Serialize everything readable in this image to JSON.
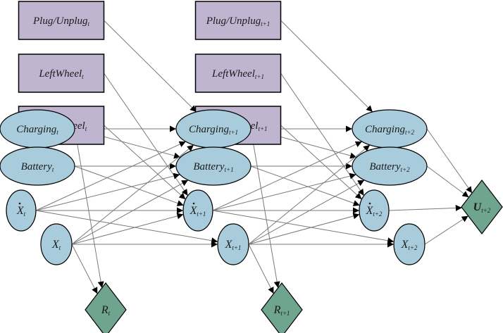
{
  "title": "Dynamic decision network (robot charging / wheels / position)",
  "colors": {
    "action_fill": "#c0b5d0",
    "chance_fill": "#a9ccdc",
    "utility_fill": "#6fa58f",
    "edge": "#7a7a7a",
    "outline": "#000000"
  },
  "nodes": [
    {
      "id": "plug_t",
      "type": "action",
      "base": "Plug/Unplug",
      "sub": "t"
    },
    {
      "id": "left_t",
      "type": "action",
      "base": "LeftWheel",
      "sub": "t"
    },
    {
      "id": "right_t",
      "type": "action",
      "base": "RightWheel",
      "sub": "t"
    },
    {
      "id": "plug_t1",
      "type": "action",
      "base": "Plug/Unplug",
      "sub": "t+1"
    },
    {
      "id": "left_t1",
      "type": "action",
      "base": "LeftWheel",
      "sub": "t+1"
    },
    {
      "id": "right_t1",
      "type": "action",
      "base": "RightWheel",
      "sub": "t+1"
    },
    {
      "id": "charging_t",
      "type": "chance",
      "base": "Charging",
      "sub": "t"
    },
    {
      "id": "battery_t",
      "type": "chance",
      "base": "Battery",
      "sub": "t"
    },
    {
      "id": "charging_t1",
      "type": "chance",
      "base": "Charging",
      "sub": "t+1"
    },
    {
      "id": "battery_t1",
      "type": "chance",
      "base": "Battery",
      "sub": "t+1"
    },
    {
      "id": "charging_t2",
      "type": "chance",
      "base": "Charging",
      "sub": "t+2"
    },
    {
      "id": "battery_t2",
      "type": "chance",
      "base": "Battery",
      "sub": "t+2"
    },
    {
      "id": "xdot_t",
      "type": "chance",
      "base": "X",
      "dot": true,
      "sub": "t"
    },
    {
      "id": "x_t",
      "type": "chance",
      "base": "X",
      "sub": "t"
    },
    {
      "id": "xdot_t1",
      "type": "chance",
      "base": "X",
      "dot": true,
      "sub": "t+1"
    },
    {
      "id": "x_t1",
      "type": "chance",
      "base": "X",
      "sub": "t+1"
    },
    {
      "id": "xdot_t2",
      "type": "chance",
      "base": "X",
      "dot": true,
      "sub": "t+2"
    },
    {
      "id": "x_t2",
      "type": "chance",
      "base": "X",
      "sub": "t+2"
    },
    {
      "id": "r_t",
      "type": "utility",
      "base": "R",
      "sub": "t"
    },
    {
      "id": "r_t1",
      "type": "utility",
      "base": "R",
      "sub": "t+1"
    },
    {
      "id": "u_t2",
      "type": "utility",
      "base": "U",
      "bold": true,
      "sub": "t+2"
    }
  ],
  "edges": [
    [
      "plug_t",
      "charging_t1"
    ],
    [
      "left_t",
      "xdot_t1"
    ],
    [
      "right_t",
      "xdot_t1"
    ],
    [
      "plug_t1",
      "charging_t2"
    ],
    [
      "left_t1",
      "xdot_t2"
    ],
    [
      "right_t1",
      "xdot_t2"
    ],
    [
      "charging_t",
      "charging_t1"
    ],
    [
      "charging_t",
      "battery_t1"
    ],
    [
      "charging_t",
      "r_t"
    ],
    [
      "battery_t",
      "battery_t1"
    ],
    [
      "battery_t",
      "xdot_t1"
    ],
    [
      "xdot_t",
      "charging_t1"
    ],
    [
      "xdot_t",
      "battery_t1"
    ],
    [
      "xdot_t",
      "xdot_t1"
    ],
    [
      "xdot_t",
      "x_t1"
    ],
    [
      "x_t",
      "charging_t1"
    ],
    [
      "x_t",
      "battery_t1"
    ],
    [
      "x_t",
      "xdot_t1"
    ],
    [
      "x_t",
      "x_t1"
    ],
    [
      "x_t",
      "r_t"
    ],
    [
      "charging_t1",
      "charging_t2"
    ],
    [
      "charging_t1",
      "battery_t2"
    ],
    [
      "charging_t1",
      "r_t1"
    ],
    [
      "battery_t1",
      "battery_t2"
    ],
    [
      "battery_t1",
      "xdot_t2"
    ],
    [
      "xdot_t1",
      "charging_t2"
    ],
    [
      "xdot_t1",
      "battery_t2"
    ],
    [
      "xdot_t1",
      "xdot_t2"
    ],
    [
      "xdot_t1",
      "x_t2"
    ],
    [
      "x_t1",
      "charging_t2"
    ],
    [
      "x_t1",
      "battery_t2"
    ],
    [
      "x_t1",
      "xdot_t2"
    ],
    [
      "x_t1",
      "x_t2"
    ],
    [
      "x_t1",
      "r_t1"
    ],
    [
      "charging_t2",
      "u_t2"
    ],
    [
      "battery_t2",
      "u_t2"
    ],
    [
      "xdot_t2",
      "u_t2"
    ],
    [
      "x_t2",
      "u_t2"
    ]
  ]
}
